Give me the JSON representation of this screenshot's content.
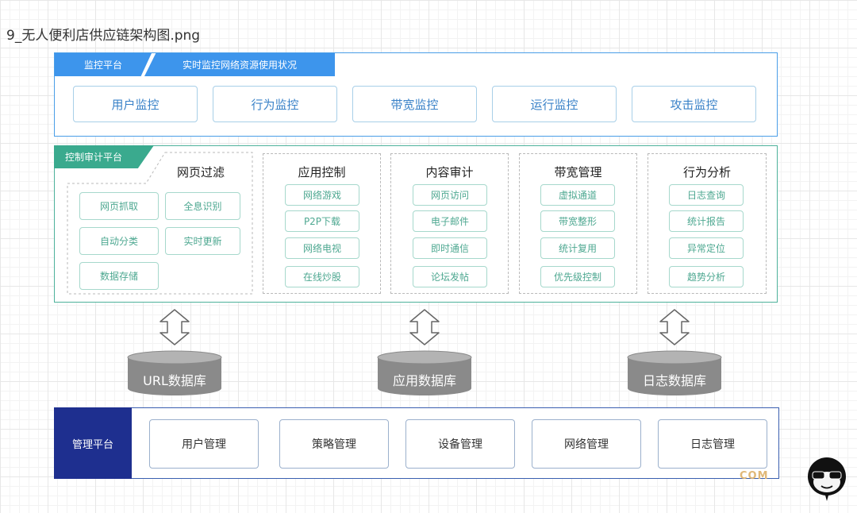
{
  "file_title": "9_无人便利店供应链架构图.png",
  "monitoring": {
    "tab_label": "监控平台",
    "subtitle": "实时监控网络资源使用状况",
    "items": [
      "用户监控",
      "行为监控",
      "带宽监控",
      "运行监控",
      "攻击监控"
    ],
    "color": "#3d95ec"
  },
  "control": {
    "tab_label": "控制审计平台",
    "color": "#3aaa8e",
    "web_filter": {
      "title": "网页过滤",
      "items": [
        "网页抓取",
        "全息识别",
        "自动分类",
        "实时更新",
        "数据存储"
      ]
    },
    "columns": [
      {
        "title": "应用控制",
        "items": [
          "网络游戏",
          "P2P下载",
          "网络电视",
          "在线炒股"
        ]
      },
      {
        "title": "内容审计",
        "items": [
          "网页访问",
          "电子邮件",
          "即时通信",
          "论坛发帖"
        ]
      },
      {
        "title": "带宽管理",
        "items": [
          "虚拟通道",
          "带宽整形",
          "统计复用",
          "优先级控制"
        ]
      },
      {
        "title": "行为分析",
        "items": [
          "日志查询",
          "统计报告",
          "异常定位",
          "趋势分析"
        ]
      }
    ]
  },
  "databases": [
    "URL数据库",
    "应用数据库",
    "日志数据库"
  ],
  "management": {
    "side_label": "管理平台",
    "color": "#1e2f8f",
    "items": [
      "用户管理",
      "策略管理",
      "设备管理",
      "网络管理",
      "日志管理"
    ]
  },
  "watermark": "COM"
}
